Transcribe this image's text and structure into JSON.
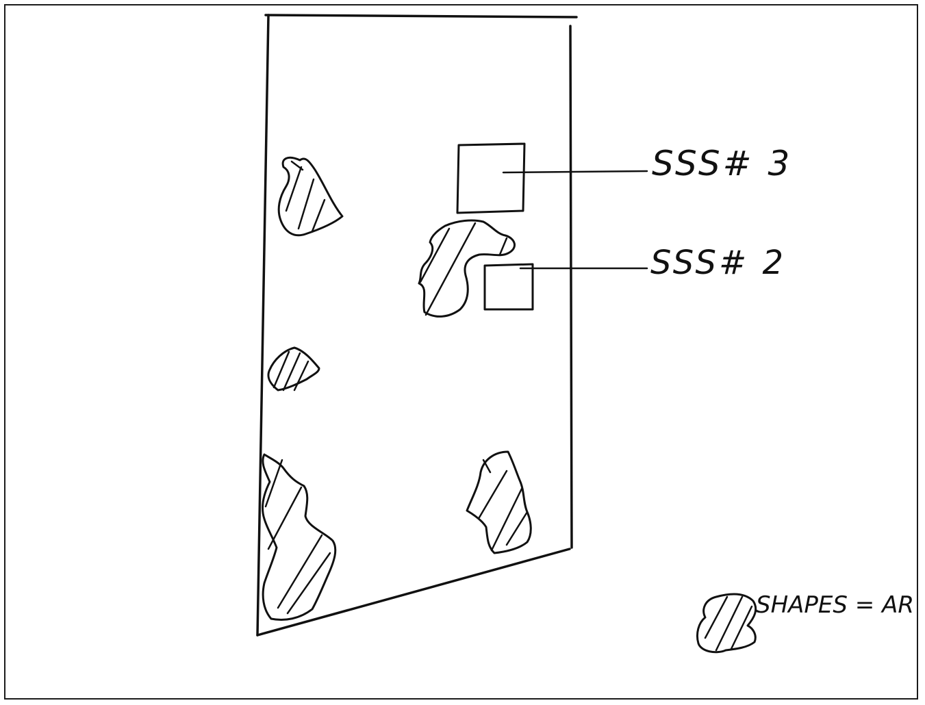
{
  "labels": {
    "sss3": "SSS# 3",
    "sss2": "SSS# 2",
    "legend": "SHAPES = AR"
  },
  "ink_color": "#111111",
  "icons": [
    "trapezoid-outline",
    "square-marker",
    "hatched-blob"
  ]
}
